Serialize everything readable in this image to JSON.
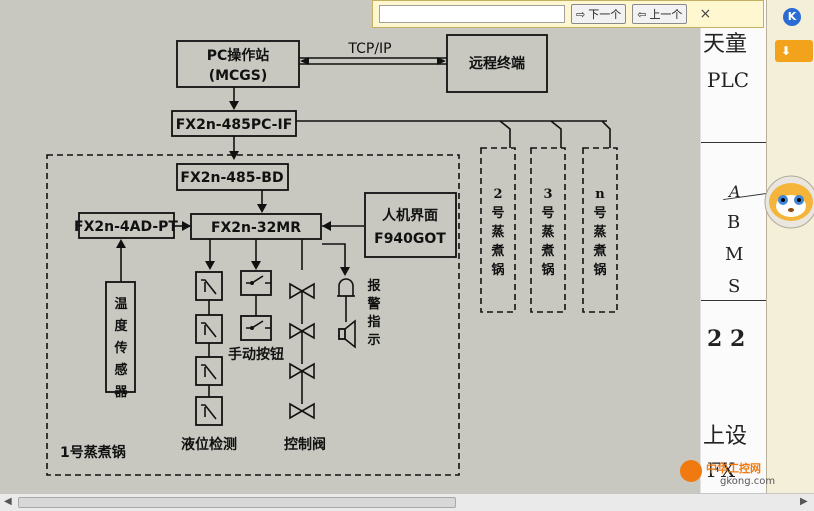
{
  "find_bar": {
    "query": "",
    "next_label": "下一个",
    "prev_label": "上一个",
    "close_label": "×"
  },
  "diagram": {
    "pc_station_line1": "PC操作站",
    "pc_station_line2": "(MCGS)",
    "tcp_ip_label": "TCP/IP",
    "remote_terminal": "远程终端",
    "pc_if": "FX2n-485PC-IF",
    "bd": "FX2n-485-BD",
    "ad": "FX2n-4AD-PT",
    "mr": "FX2n-32MR",
    "hmi_line1": "人机界面",
    "hmi_line2": "F940GOT",
    "temp_sensor": "温度传感器",
    "manual_button": "手动按钮",
    "alarm_indicator": "报警指示",
    "level_detect": "液位检测",
    "control_valve": "控制阀",
    "boiler_1": "1号蒸煮锅",
    "boiler_2": "2号蒸煮锅",
    "boiler_3": "3号蒸煮锅",
    "boiler_n": "n号蒸煮锅"
  },
  "page_right": {
    "f1": "天童",
    "f2": "PLC",
    "f3": "A",
    "f4": "B",
    "f5": "M",
    "f6": "S",
    "f7": "2 2",
    "f8": "上设",
    "f9": "FX"
  },
  "watermark": {
    "line1": "中华工控网",
    "line2": "gkong.com"
  },
  "scrollbar": {
    "left_arrow": "◀",
    "right_arrow": "▶"
  },
  "colors": {
    "background": "#c8c8c0",
    "findbar_bg": "#fff7d0",
    "side_panel": "#f4efd8",
    "watermark_orange": "#f07a10"
  }
}
